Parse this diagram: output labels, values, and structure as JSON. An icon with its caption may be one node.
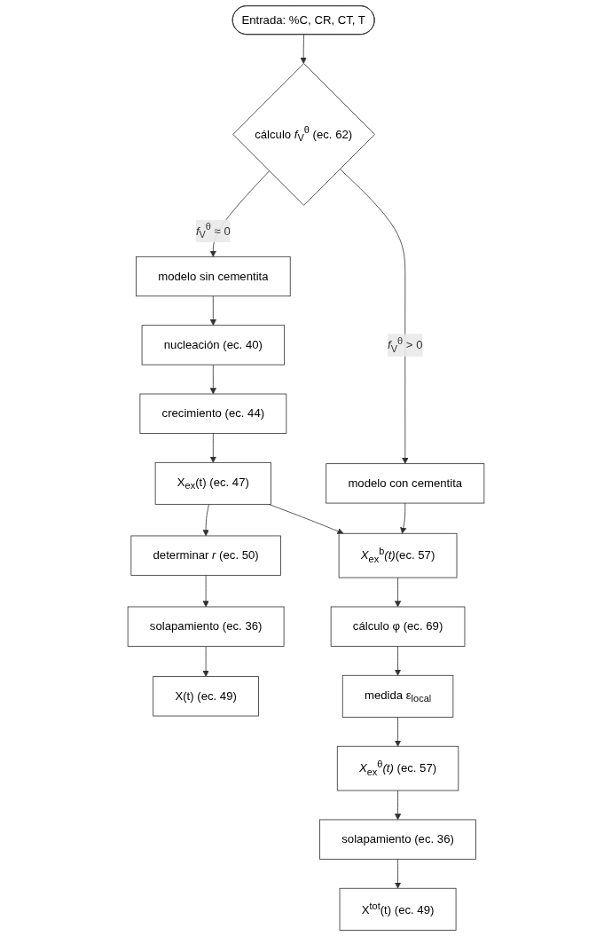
{
  "diagram": {
    "nodes": [
      {
        "text": [
          "Entrada: %C, CR, CT, T"
        ]
      },
      {
        "text": [
          "cálculo *f*$_{V}$$^{θ}$ (ec. 62)"
        ]
      },
      {
        "text": [
          "modelo sin cementita"
        ]
      },
      {
        "text": [
          "modelo con cementita"
        ]
      },
      {
        "text": [
          "nucleación (ec. 40)"
        ]
      },
      {
        "text": [
          "crecimiento (ec. 44)"
        ]
      },
      {
        "text": [
          "X$_{ex}$(t) (ec. 47)"
        ]
      },
      {
        "text": [
          "determinar *r* (ec. 50)"
        ]
      },
      {
        "text": [
          "solapamiento (ec. 36)"
        ]
      },
      {
        "text": [
          "X(t) (ec. 49)"
        ]
      },
      {
        "text": [
          "*X*$_{ex}$$^{b}$*(t)*(ec. 57)"
        ]
      },
      {
        "text": [
          "cálculo φ (ec. 69)"
        ]
      },
      {
        "text": [
          "medida ε$_{local}$"
        ]
      },
      {
        "text": [
          "*X*$_{ex}$$^{θ}$*(t)* (ec. 57)"
        ]
      },
      {
        "text": [
          "solapamiento (ec. 36)"
        ]
      },
      {
        "text": [
          "X$^{tot}$(t) (ec. 49)"
        ]
      }
    ],
    "edges": [
      {
        "from": 0,
        "to": 1,
        "arrow": "to"
      },
      {
        "from": 1,
        "to": 2,
        "arrow": "to",
        "label": "*f*$_{V}$$^{θ}$ ≈ 0"
      },
      {
        "from": 1,
        "to": 3,
        "arrow": "to",
        "label": "*f*$_{V}$$^{θ}$ > 0"
      },
      {
        "from": 2,
        "to": 4,
        "arrow": "to"
      },
      {
        "from": 4,
        "to": 5,
        "arrow": "to"
      },
      {
        "from": 5,
        "to": 6,
        "arrow": "to"
      },
      {
        "from": 6,
        "to": 7,
        "arrow": "to"
      },
      {
        "from": 7,
        "to": 8,
        "arrow": "to"
      },
      {
        "from": 8,
        "to": 9,
        "arrow": "to"
      },
      {
        "from": 3,
        "to": 10,
        "arrow": "to"
      },
      {
        "from": 6,
        "to": 10,
        "arrow": "to"
      },
      {
        "from": 10,
        "to": 11,
        "arrow": "to"
      },
      {
        "from": 11,
        "to": 12,
        "arrow": "to"
      },
      {
        "from": 12,
        "to": 13,
        "arrow": "to"
      },
      {
        "from": 13,
        "to": 14,
        "arrow": "to"
      },
      {
        "from": 14,
        "to": 15,
        "arrow": "to"
      }
    ]
  }
}
